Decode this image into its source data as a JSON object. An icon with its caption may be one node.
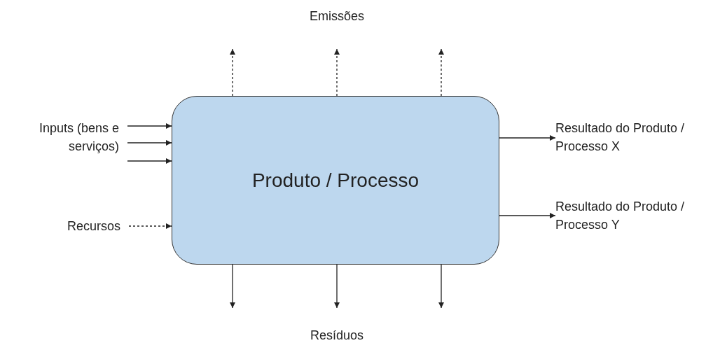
{
  "diagram": {
    "nodes": [
      {
        "text": [
          "Inputs (bens e serviços)"
        ]
      },
      {
        "text": [
          "Produto / Processo"
        ]
      },
      {
        "text": [
          "Resultado do Produto / Processo X"
        ]
      },
      {
        "text": [
          "Resultado do Produto / Processo Y"
        ]
      },
      {
        "text": [
          "Recursos"
        ]
      }
    ],
    "edges": [
      {
        "from": 1,
        "to": null,
        "arrow": "to",
        "style": "dashed"
      },
      {
        "from": 1,
        "to": null,
        "arrow": "to",
        "style": "dashed"
      },
      {
        "from": 1,
        "to": null,
        "arrow": "to",
        "style": "dashed"
      },
      {
        "from": 0,
        "to": 1,
        "arrow": "to"
      },
      {
        "from": 0,
        "to": 1,
        "arrow": "to"
      },
      {
        "from": 0,
        "to": 1,
        "arrow": "to"
      },
      {
        "from": 4,
        "to": 1,
        "arrow": "to",
        "style": "dashed"
      },
      {
        "from": 1,
        "to": 2,
        "arrow": "to"
      },
      {
        "from": 1,
        "to": 3,
        "arrow": "to"
      },
      {
        "from": 1,
        "to": null,
        "arrow": "to"
      },
      {
        "from": 1,
        "to": null,
        "arrow": "to"
      },
      {
        "from": 1,
        "to": null,
        "arrow": "to"
      }
    ],
    "labels": [
      "Emissões",
      "Resíduos"
    ]
  }
}
